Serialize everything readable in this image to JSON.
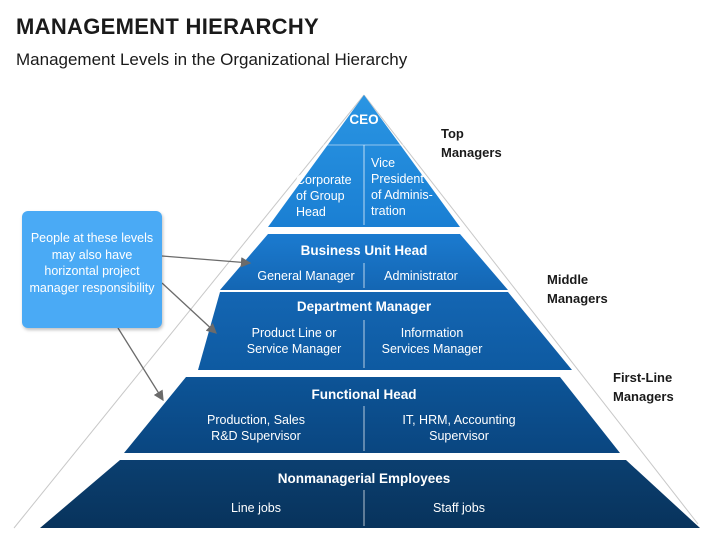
{
  "title": "MANAGEMENT HIERARCHY",
  "subtitle": "Management Levels in the Organizational Hierarchy",
  "pyramid": {
    "ceo": {
      "title": "CEO",
      "left": [
        "Corporate",
        "of Group",
        "Head"
      ],
      "right": [
        "Vice",
        "President",
        "of Adminis-",
        "tration"
      ]
    },
    "business_unit": {
      "title": "Business Unit Head",
      "left": "General Manager",
      "right": "Administrator"
    },
    "department": {
      "title": "Department Manager",
      "left": [
        "Product Line or",
        "Service Manager"
      ],
      "right": [
        "Information",
        "Services Manager"
      ]
    },
    "functional": {
      "title": "Functional Head",
      "left": [
        "Production, Sales",
        "R&D Supervisor"
      ],
      "right": [
        "IT, HRM, Accounting",
        "Supervisor"
      ]
    },
    "nonmanagerial": {
      "title": "Nonmanagerial Employees",
      "left": "Line jobs",
      "right": "Staff jobs"
    }
  },
  "levels": {
    "top": [
      "Top",
      "Managers"
    ],
    "middle": [
      "Middle",
      "Managers"
    ],
    "first_line": [
      "First-Line",
      "Managers"
    ]
  },
  "callout": "People at these levels may also have horizontal project manager responsibility",
  "colors": {
    "tier1": "#1e86d6",
    "tier2": "#1670bf",
    "tier3": "#0f5ca3",
    "tier4": "#0b4a86",
    "tier5": "#0a3a6a",
    "callout": "#4aaaf5"
  }
}
